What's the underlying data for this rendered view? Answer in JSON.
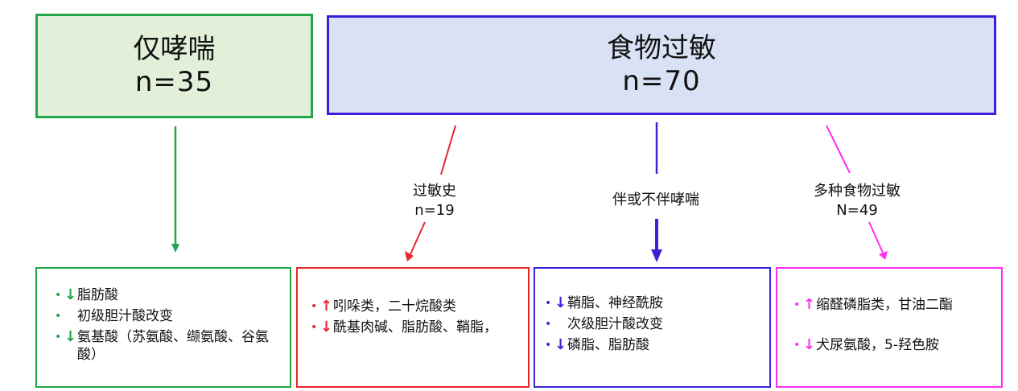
{
  "groups": {
    "asthma": {
      "title": "仅哮喘",
      "count": "n=35",
      "border": "#21a64a",
      "fill": "#e2efd9"
    },
    "food": {
      "title": "食物过敏",
      "count": "n=70",
      "border": "#3a21d9",
      "fill": "#d9e1f4"
    }
  },
  "branches": [
    {
      "label_line1": "过敏史",
      "label_line2": "n=19",
      "color": "#e8262a"
    },
    {
      "label_line1": "伴或不伴哮喘",
      "label_line2": "",
      "color": "#3b24d6"
    },
    {
      "label_line1": "多种食物过敏",
      "label_line2": "N=49",
      "color": "#ff2ff0"
    }
  ],
  "cards": {
    "asthma": {
      "items": [
        {
          "marker": "↓",
          "text": "脂肪酸"
        },
        {
          "marker": "",
          "text": "初级胆汁酸改变"
        },
        {
          "marker": "↓",
          "text": "氨基酸（苏氨酸、缬氨酸、谷氨酸）"
        }
      ]
    },
    "history": {
      "items": [
        {
          "marker": "↑",
          "text": "吲哚类，二十烷酸类"
        },
        {
          "marker": "↓",
          "text": "酰基肉碱、脂肪酸、鞘脂，"
        }
      ]
    },
    "with_asthma": {
      "items": [
        {
          "marker": "↓",
          "text": "鞘脂、神经酰胺"
        },
        {
          "marker": "",
          "text": "次级胆汁酸改变"
        },
        {
          "marker": "↓",
          "text": "磷脂、脂肪酸"
        }
      ]
    },
    "multi_food": {
      "items": [
        {
          "marker": "↑",
          "text": "缩醛磷脂类，甘油二酯"
        },
        {
          "marker": "↓",
          "text": "犬尿氨酸，5-羟色胺"
        }
      ]
    }
  }
}
